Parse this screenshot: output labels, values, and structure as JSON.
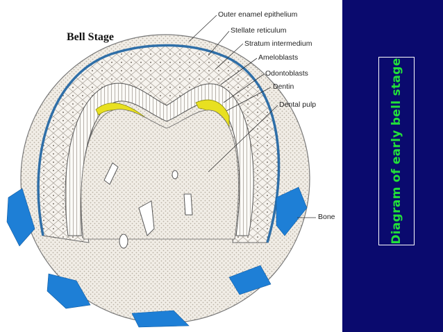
{
  "figure": {
    "title": "Bell Stage",
    "labels": {
      "outer_enamel_epithelium": "Outer enamel epithelium",
      "stellate_reticulum": "Stellate reticulum",
      "stratum_intermedium": "Stratum intermedium",
      "ameloblasts": "Ameloblasts",
      "odontoblasts": "Odontoblasts",
      "dentin": "Dentin",
      "dental_pulp": "Dental pulp",
      "bone": "Bone"
    },
    "colors": {
      "enamel_epithelium": "#2f6fa8",
      "dentin": "#e8e020",
      "bone": "#1e7fd6"
    }
  },
  "sidebar": {
    "caption": "Diagram of early bell stage",
    "background": "#0a0a6e",
    "text_color": "#22e03a"
  }
}
